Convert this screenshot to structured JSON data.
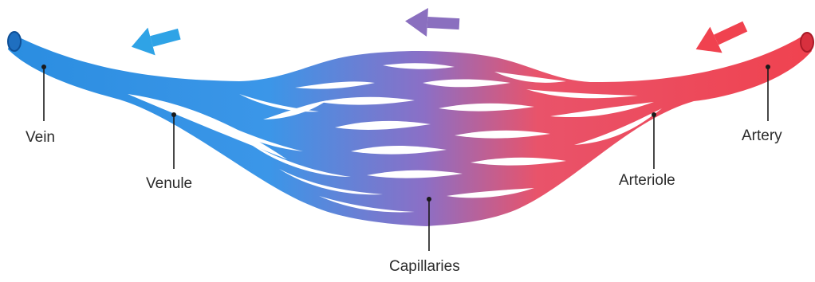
{
  "labels": {
    "vein": "Vein",
    "venule": "Venule",
    "capillaries": "Capillaries",
    "arteriole": "Arteriole",
    "artery": "Artery"
  },
  "colors": {
    "vein": "#2f8fe0",
    "capillary": "#8e6fc4",
    "artery": "#f0424f",
    "arrow_left": "#2fa3e6",
    "arrow_center": "#8a6fbf",
    "arrow_right": "#f0424f"
  }
}
